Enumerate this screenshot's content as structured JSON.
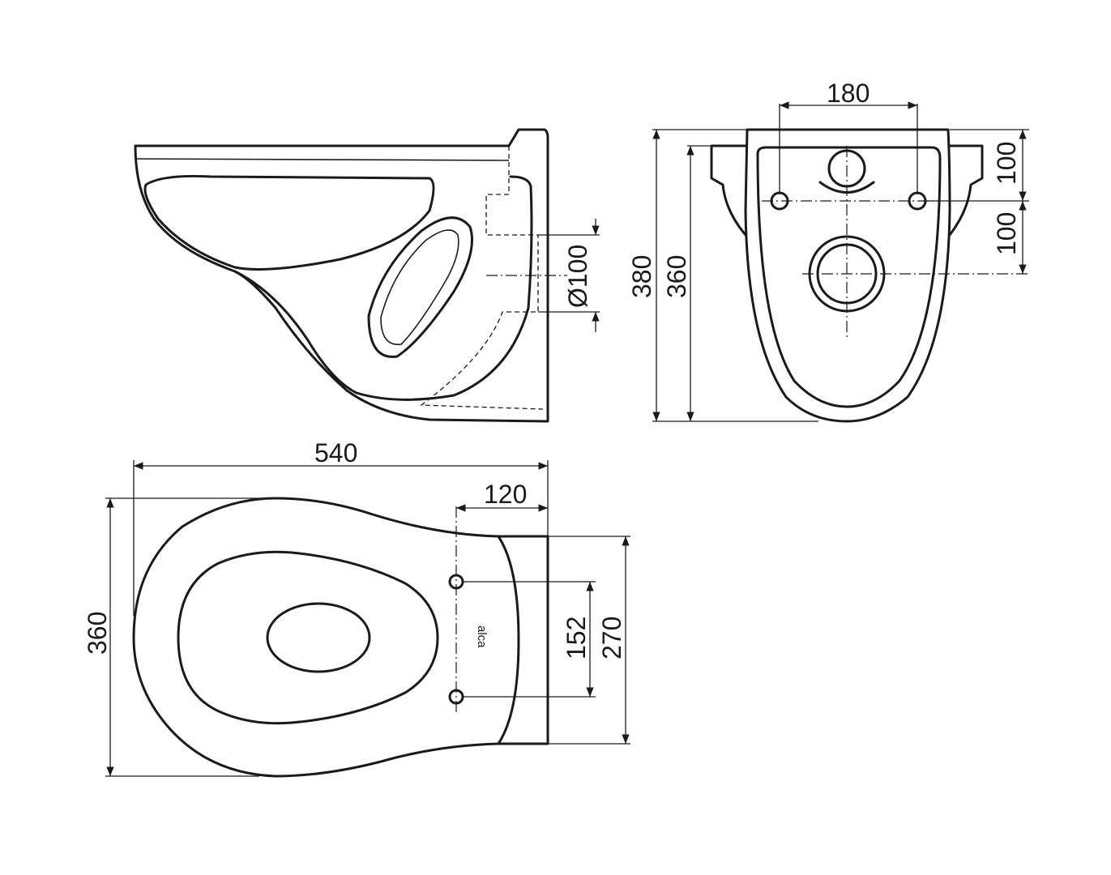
{
  "drawing": {
    "side_view": {
      "diameter_label": "Ø100"
    },
    "rear_view": {
      "width_label": "180",
      "upper_height_label": "100",
      "lower_height_label": "100",
      "total_height_label": "380",
      "inner_height_label": "360"
    },
    "top_view": {
      "length_label": "540",
      "offset_label": "120",
      "width_label": "360",
      "hole_spacing_label": "152",
      "back_width_label": "270",
      "brand_mark": "alca"
    }
  }
}
